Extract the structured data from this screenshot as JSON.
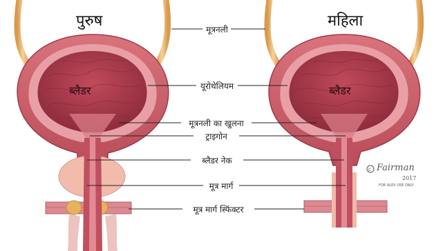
{
  "titles": {
    "male": "पुरुष",
    "female": "महिला"
  },
  "bladder_labels": {
    "male": "ब्लैडर",
    "female": "ब्लैडर"
  },
  "callouts": [
    "मूत्रनली",
    "यूरोथेलियम",
    "मूत्रनली का खुलना",
    "ट्राइगोन",
    "ब्लैडर नेक",
    "मूत्र मार्ग",
    "मूत्र मार्ग स्फिंक्टर"
  ],
  "signature": {
    "name": "Fairman",
    "year": "2017",
    "note": "FOR ALEX USE ONLY"
  },
  "colors": {
    "ureter": "#f1c27d",
    "bladder_outer": "#c0555f",
    "bladder_wall": "#e4939a",
    "bladder_inner": "#a9394a",
    "prostate": "#f0b9a9",
    "sphincter_band": "#d9828b",
    "leader_line": "#222222"
  }
}
